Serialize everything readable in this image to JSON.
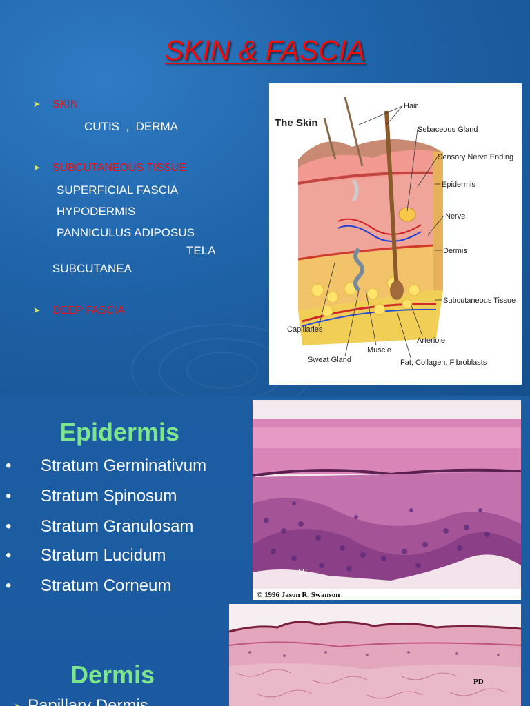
{
  "slide1": {
    "title": "SKIN & FASCIA",
    "skin": {
      "heading": "SKIN",
      "terms": "CUTIS  ,  DERMA"
    },
    "subcutaneous": {
      "heading": "SUBCUTANEOUS TISSUE",
      "terms": [
        "SUPERFICIAL FASCIA",
        "HYPODERMIS",
        "PANNICULUS ADIPOSUS",
        "TELA",
        "SUBCUTANEA"
      ]
    },
    "deep_fascia": "DEEP FASCIA",
    "diagram": {
      "title": "The Skin",
      "labels": {
        "hair": "Hair",
        "sebaceous": "Sebaceous Gland",
        "sensory": "Sensory Nerve Ending",
        "epidermis": "Epidermis",
        "nerve": "Nerve",
        "dermis": "Dermis",
        "subcutaneous": "Subcutaneous Tissue",
        "capillaries": "Capillaries",
        "arteriole": "Arteriole",
        "muscle": "Muscle",
        "sweat": "Sweat Gland",
        "fat": "Fat, Collagen, Fibroblasts"
      }
    }
  },
  "slide2": {
    "epidermis_title": "Epidermis",
    "strata": [
      "Stratum Germinativum",
      "Stratum Spinosum",
      "Stratum Granulosam",
      "Stratum Lucidum",
      "Stratum Corneum"
    ],
    "micrograph": {
      "tag": "SG",
      "copyright": "© 1996 Jason R. Swanson"
    },
    "dermis_title": "Dermis",
    "dermis_item": "Papillary Dermis",
    "dermis_micrograph_tag": "PD"
  },
  "colors": {
    "title_red": "#e80f0f",
    "heading_green": "#7de58c",
    "bullet_yellow": "#d9e860",
    "background_blue": "#1d5a98"
  }
}
